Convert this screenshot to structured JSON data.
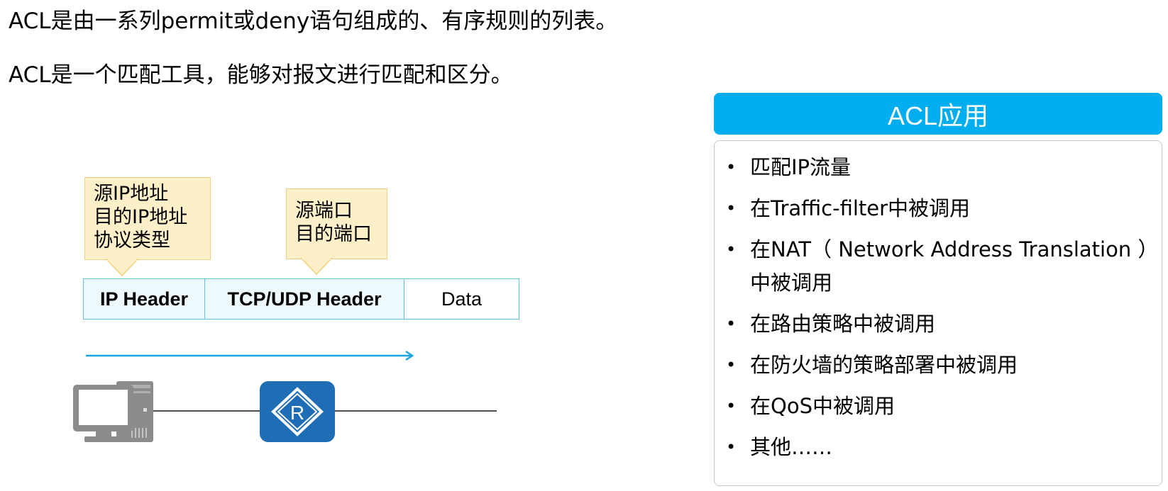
{
  "intro": {
    "line1": "ACL是由一系列permit或deny语句组成的、有序规则的列表。",
    "line2": "ACL是一个匹配工具，能够对报文进行匹配和区分。"
  },
  "callouts": {
    "ip": [
      "源IP地址",
      "目的IP地址",
      "协议类型"
    ],
    "port": [
      "源端口",
      "目的端口"
    ]
  },
  "packet": {
    "ip_header": "IP Header",
    "tcp_udp_header": "TCP/UDP Header",
    "data": "Data"
  },
  "router": {
    "label": "R"
  },
  "panel": {
    "title": "ACL应用",
    "bullet": "•",
    "items": [
      "匹配IP流量",
      "在Traffic-filter中被调用",
      "在NAT（ Network Address Translation ）中被调用",
      "在路由策略中被调用",
      "在防火墙的策略部署中被调用",
      "在QoS中被调用",
      "其他……"
    ]
  },
  "colors": {
    "accent": "#00aeef",
    "callout_fill": "#fdefc7",
    "callout_border": "#f4cf7c",
    "router_fill": "#1f6eb5",
    "packet_border": "#5cc2e6"
  },
  "icons": [
    "computer-icon",
    "router-icon",
    "arrow-right-icon"
  ]
}
